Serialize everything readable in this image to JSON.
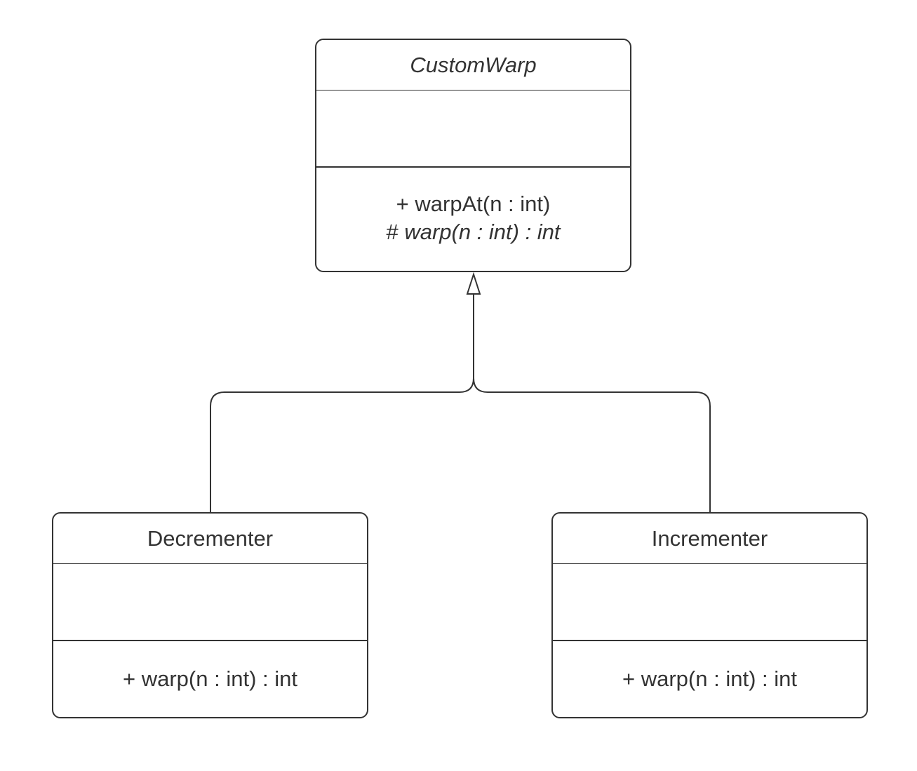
{
  "classes": {
    "custom_warp": {
      "name": "CustomWarp",
      "abstract": true,
      "operations": [
        {
          "visibility": "+",
          "signature": "warpAt(n : int)",
          "abstract": false
        },
        {
          "visibility": "#",
          "signature": "warp(n : int) : int",
          "abstract": true
        }
      ]
    },
    "decrementer": {
      "name": "Decrementer",
      "operations": [
        {
          "visibility": "+",
          "signature": "warp(n : int) : int"
        }
      ]
    },
    "incrementer": {
      "name": "Incrementer",
      "operations": [
        {
          "visibility": "+",
          "signature": "warp(n : int) : int"
        }
      ]
    }
  },
  "relationships": [
    {
      "type": "generalization",
      "from": "Decrementer",
      "to": "CustomWarp"
    },
    {
      "type": "generalization",
      "from": "Incrementer",
      "to": "CustomWarp"
    }
  ],
  "colors": {
    "stroke": "#333333",
    "text": "#333333",
    "background": "#ffffff"
  }
}
